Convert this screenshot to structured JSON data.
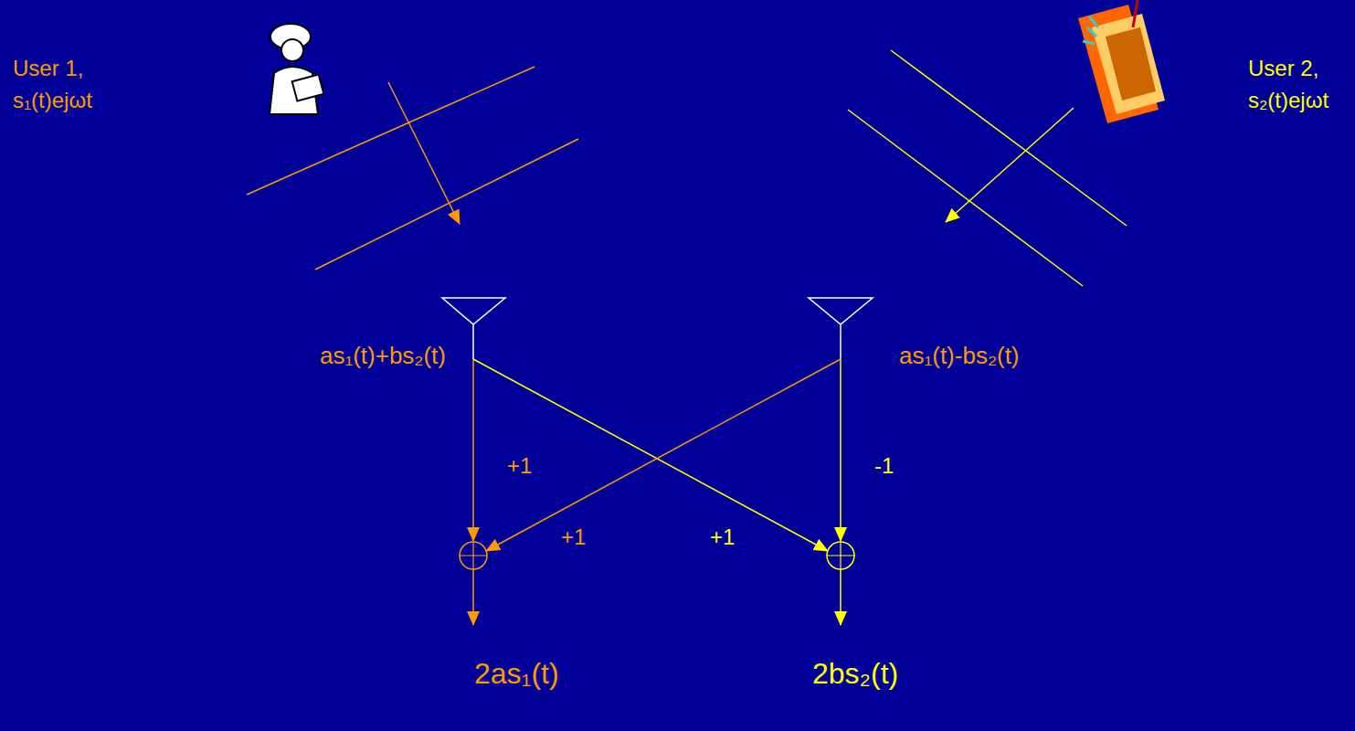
{
  "diagram": {
    "labels": [
      "User 1, s₁(t)ejωt",
      "User 2, s₂(t)ejωt",
      "as₁(t)+bs₂(t)",
      "as₁(t)-bs₂(t)",
      "+1",
      "+1",
      "+1",
      "-1",
      "2as₁(t)",
      "2bs₂(t)"
    ]
  }
}
